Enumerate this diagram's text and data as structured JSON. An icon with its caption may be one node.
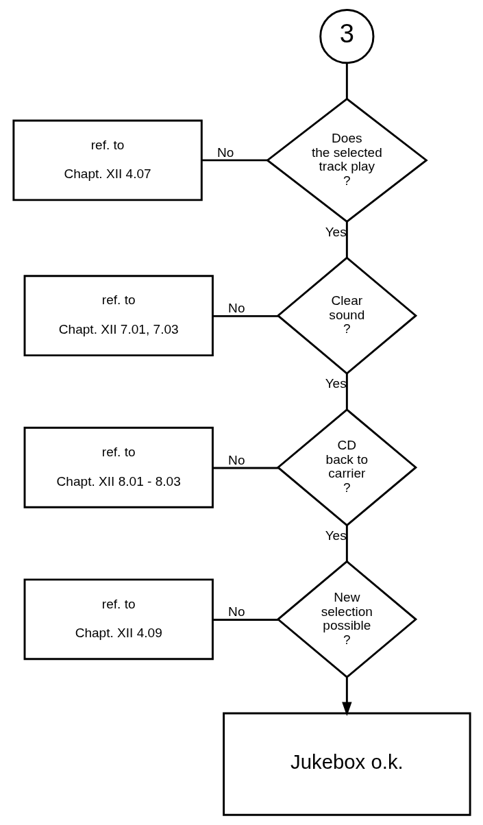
{
  "diagram": {
    "nodes": [
      {
        "text": [
          "3"
        ]
      },
      {
        "text": [
          "ref. to",
          "Chapt. XII 4.07"
        ]
      },
      {
        "text": [
          "Does the selected track play ?"
        ]
      },
      {
        "text": [
          "ref. to",
          "Chapt. XII 7.01, 7.03"
        ]
      },
      {
        "text": [
          "Clear sound ?"
        ]
      },
      {
        "text": [
          "ref. to",
          "Chapt. XII 8.01 - 8.03"
        ]
      },
      {
        "text": [
          "CD back to carrier ?"
        ]
      },
      {
        "text": [
          "ref. to",
          "Chapt. XII 4.09"
        ]
      },
      {
        "text": [
          "New selection possible ?"
        ]
      },
      {
        "text": [
          "Jukebox o.k."
        ]
      }
    ],
    "edges": [
      {
        "from": 0,
        "to": 2,
        "arrow": "none"
      },
      {
        "from": 1,
        "to": 2,
        "arrow": "none",
        "label": "No"
      },
      {
        "from": 2,
        "to": 4,
        "arrow": "none",
        "label": "Yes"
      },
      {
        "from": 3,
        "to": 4,
        "arrow": "none",
        "label": "No"
      },
      {
        "from": 4,
        "to": 6,
        "arrow": "none",
        "label": "Yes"
      },
      {
        "from": 5,
        "to": 6,
        "arrow": "none",
        "label": "No"
      },
      {
        "from": 6,
        "to": 8,
        "arrow": "none",
        "label": "Yes"
      },
      {
        "from": 7,
        "to": 8,
        "arrow": "none",
        "label": "No"
      },
      {
        "from": 8,
        "to": 9,
        "arrow": "to"
      }
    ]
  }
}
